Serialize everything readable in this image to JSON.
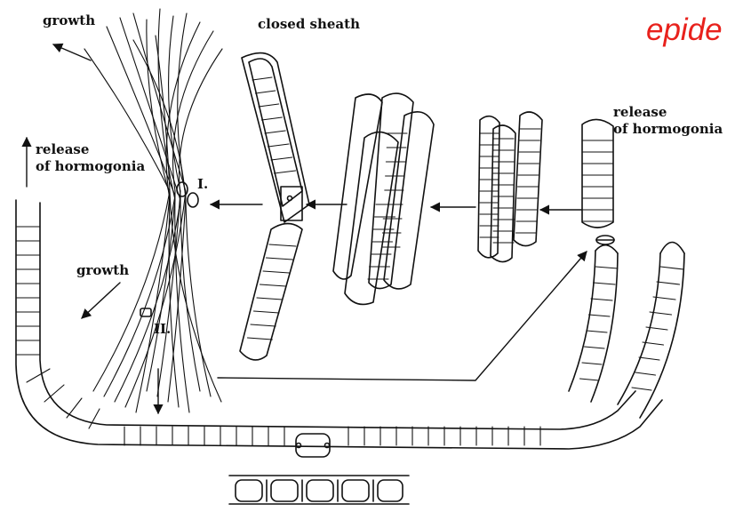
{
  "labels": {
    "growth_top": "growth",
    "closed_sheath": "closed sheath",
    "release_left_1": "release",
    "release_left_2": "of  hormogonia",
    "growth_left": "growth",
    "stage_one": "I.",
    "stage_two": "II.",
    "release_right_1": "release",
    "release_right_2": "of hormogonia",
    "corner_word": "epide"
  },
  "colors": {
    "ink": "#111111",
    "corner_text": "#e8211c"
  }
}
